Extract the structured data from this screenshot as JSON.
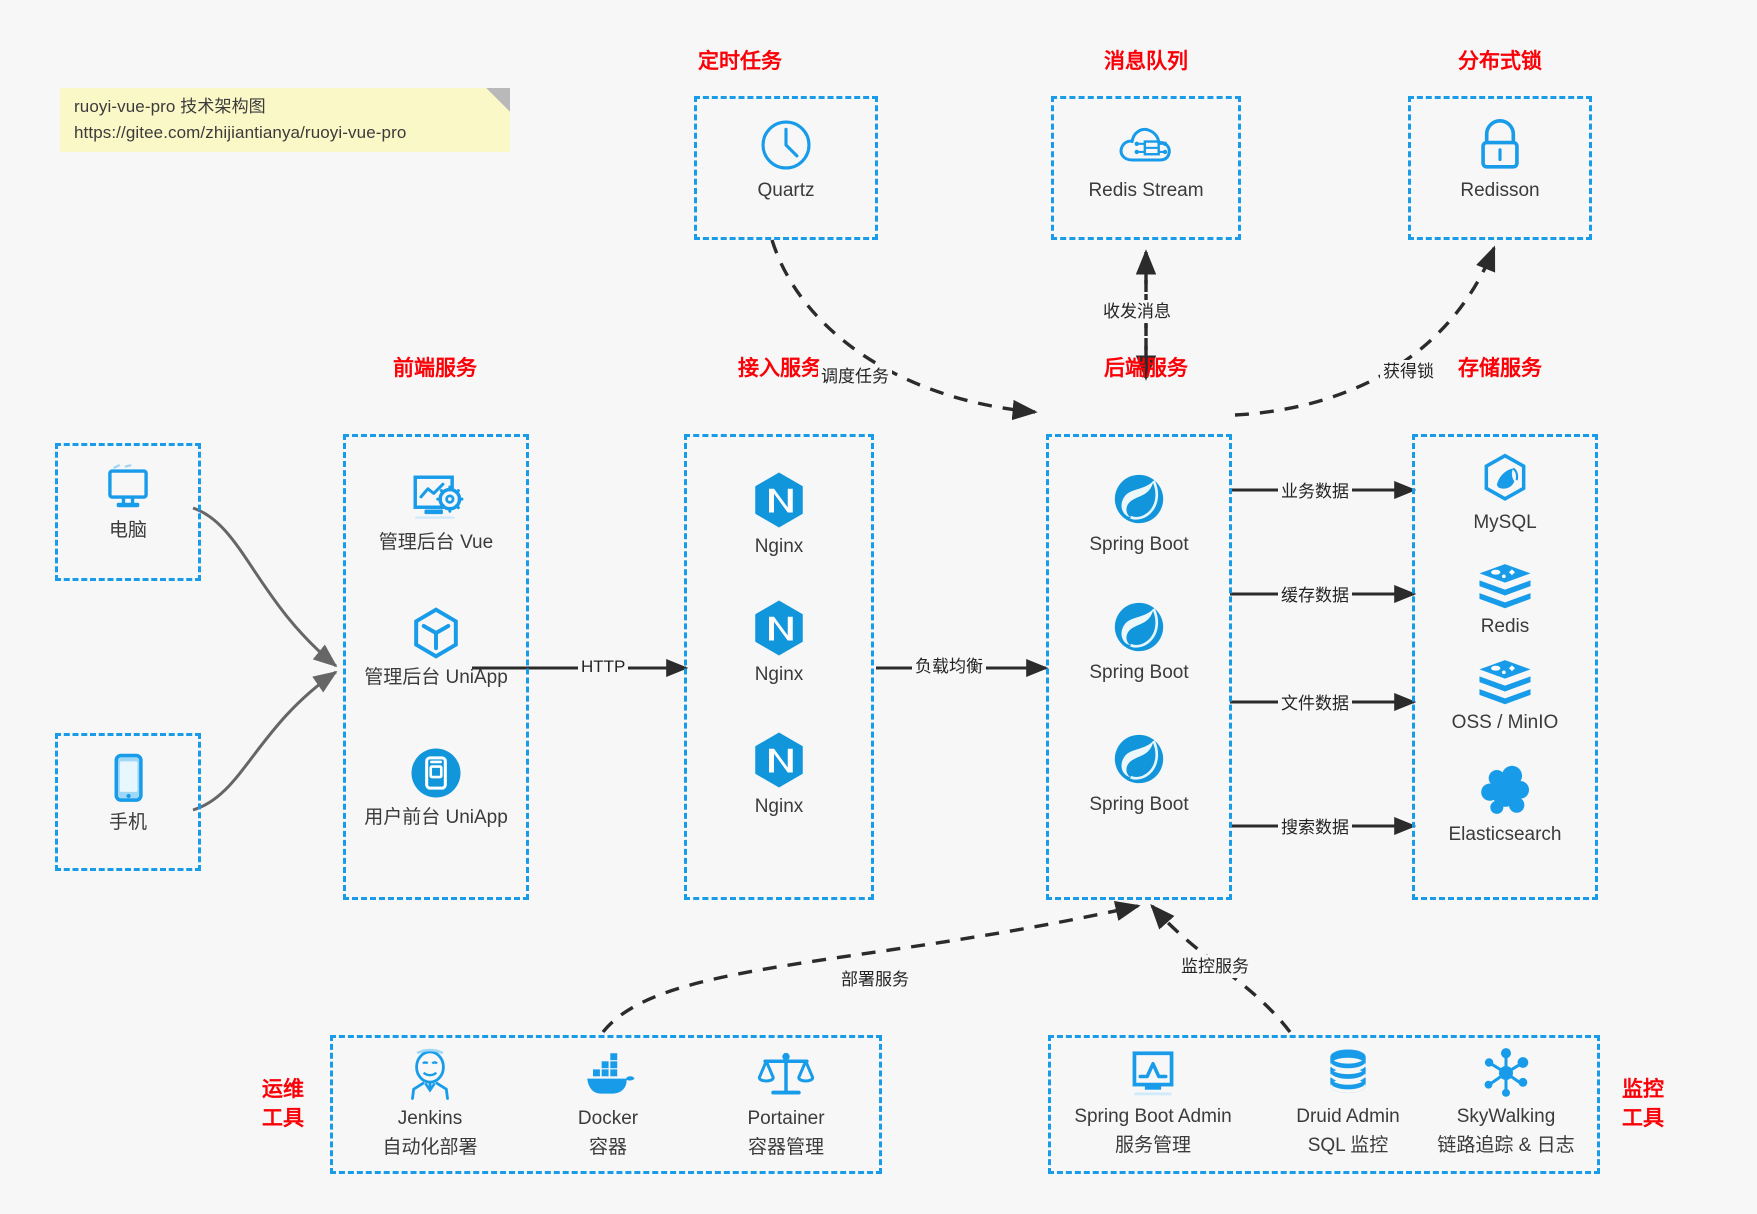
{
  "note": {
    "line1": "ruoyi-vue-pro 技术架构图",
    "line2": "https://gitee.com/zhijiantianya/ruoyi-vue-pro"
  },
  "colors": {
    "accent_blue": "#189cea",
    "title_red": "#fb0007",
    "background": "#f7f7f7",
    "text": "#3b3b3b",
    "edge": "#555555",
    "note_bg": "#fbf8c8"
  },
  "groups": {
    "scheduled_task": {
      "title": "定时任务"
    },
    "message_queue": {
      "title": "消息队列"
    },
    "distributed_lock": {
      "title": "分布式锁"
    },
    "frontend": {
      "title": "前端服务"
    },
    "gateway": {
      "title": "接入服务"
    },
    "backend": {
      "title": "后端服务"
    },
    "storage": {
      "title": "存储服务"
    },
    "devops": {
      "title": "运维\n工具",
      "title_l1": "运维",
      "title_l2": "工具"
    },
    "monitor": {
      "title": "监控\n工具",
      "title_l1": "监控",
      "title_l2": "工具"
    }
  },
  "nodes": {
    "quartz": {
      "label": "Quartz",
      "icon": "clock-icon"
    },
    "redis_stream": {
      "label": "Redis Stream",
      "icon": "cloud-stream-icon"
    },
    "redisson": {
      "label": "Redisson",
      "icon": "lock-icon"
    },
    "pc": {
      "label": "电脑",
      "icon": "desktop-icon"
    },
    "phone": {
      "label": "手机",
      "icon": "phone-icon"
    },
    "admin_vue": {
      "label": "管理后台 Vue",
      "icon": "dashboard-icon"
    },
    "admin_uniapp": {
      "label": "管理后台 UniApp",
      "icon": "hexagon-cube-icon"
    },
    "user_uniapp": {
      "label": "用户前台 UniApp",
      "icon": "mobile-app-icon"
    },
    "nginx1": {
      "label": "Nginx",
      "icon": "nginx-icon"
    },
    "nginx2": {
      "label": "Nginx",
      "icon": "nginx-icon"
    },
    "nginx3": {
      "label": "Nginx",
      "icon": "nginx-icon"
    },
    "springboot1": {
      "label": "Spring Boot",
      "icon": "spring-leaf-icon"
    },
    "springboot2": {
      "label": "Spring Boot",
      "icon": "spring-leaf-icon"
    },
    "springboot3": {
      "label": "Spring Boot",
      "icon": "spring-leaf-icon"
    },
    "mysql": {
      "label": "MySQL",
      "icon": "mysql-dolphin-icon"
    },
    "redis": {
      "label": "Redis",
      "icon": "redis-stack-icon"
    },
    "oss": {
      "label": "OSS / MinIO",
      "icon": "redis-stack-icon"
    },
    "elasticsearch": {
      "label": "Elasticsearch",
      "icon": "elasticsearch-icon"
    },
    "jenkins": {
      "label": "Jenkins",
      "sublabel": "自动化部署",
      "icon": "jenkins-butler-icon"
    },
    "docker": {
      "label": "Docker",
      "sublabel": "容器",
      "icon": "docker-whale-icon"
    },
    "portainer": {
      "label": "Portainer",
      "sublabel": "容器管理",
      "icon": "scales-icon"
    },
    "sba": {
      "label": "Spring Boot Admin",
      "sublabel": "服务管理",
      "icon": "monitor-chart-icon"
    },
    "druid": {
      "label": "Druid Admin",
      "sublabel": "SQL 监控",
      "icon": "database-icon"
    },
    "skywalking": {
      "label": "SkyWalking",
      "sublabel": "链路追踪 & 日志",
      "icon": "network-node-icon"
    }
  },
  "edges": {
    "http": "HTTP",
    "load_balance": "负载均衡",
    "schedule_task": "调度任务",
    "send_receive_message": "收发消息",
    "acquire_lock": "获得锁",
    "business_data": "业务数据",
    "cache_data": "缓存数据",
    "file_data": "文件数据",
    "search_data": "搜索数据",
    "deploy_service": "部署服务",
    "monitor_service": "监控服务"
  }
}
